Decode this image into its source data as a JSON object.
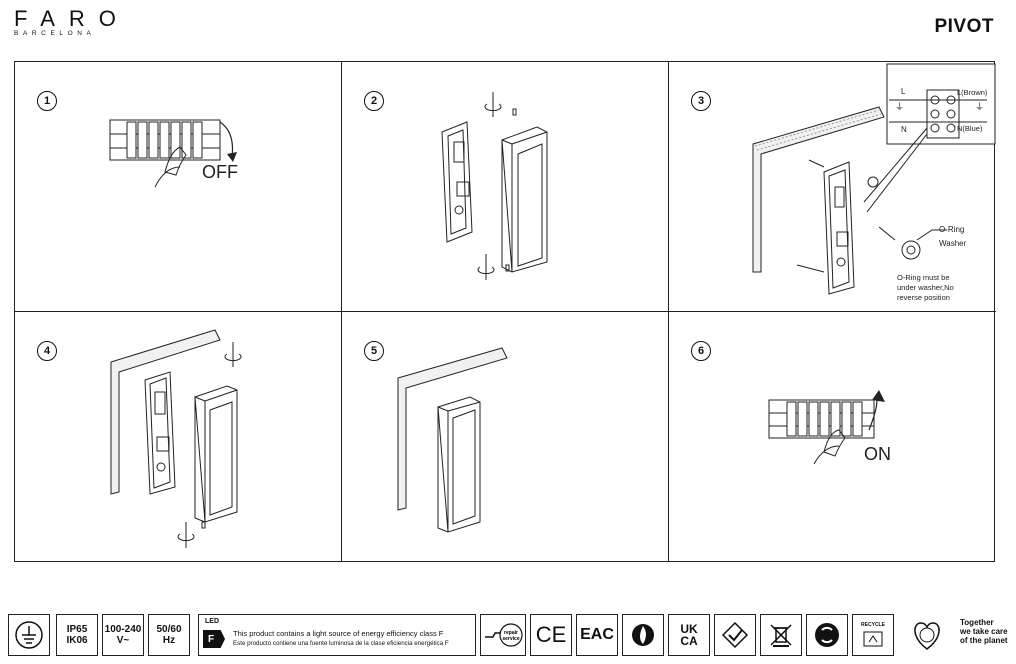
{
  "header": {
    "brand": "FARO",
    "brand_sub": "BARCELONA",
    "product": "PIVOT"
  },
  "steps": [
    {
      "number": "1",
      "label": "OFF"
    },
    {
      "number": "2"
    },
    {
      "number": "3",
      "wiring": {
        "l": "L",
        "l_color": "L(Brown)",
        "n": "N",
        "n_color": "N(Blue)",
        "earth": "⏚"
      },
      "oring": "O-Ring",
      "washer": "Washer",
      "note_lines": [
        "O-Ring must be",
        "under washer,No",
        "reverse position"
      ]
    },
    {
      "number": "4"
    },
    {
      "number": "5"
    },
    {
      "number": "6",
      "label": "ON"
    }
  ],
  "footer": {
    "earth_icon": "earth-ground-icon",
    "ip": "IP65",
    "ik": "IK06",
    "voltage": "100-240",
    "voltage_unit": "V~",
    "freq": "50/60",
    "freq_unit": "Hz",
    "led_label": "LED",
    "energy_class": "F",
    "led_text_en": "This product contains a light source of energy efficiency class F",
    "led_text_es": "Este producto contiene una fuente luminosa de la clase eficiencia energética F",
    "repair_service": "repair service",
    "ce": "CE",
    "eac": "EAC",
    "ukca_top": "UK",
    "ukca_bottom": "CA",
    "recycle": "RECYCLE",
    "tagline": [
      "Together",
      "we take care",
      "of the planet"
    ]
  }
}
